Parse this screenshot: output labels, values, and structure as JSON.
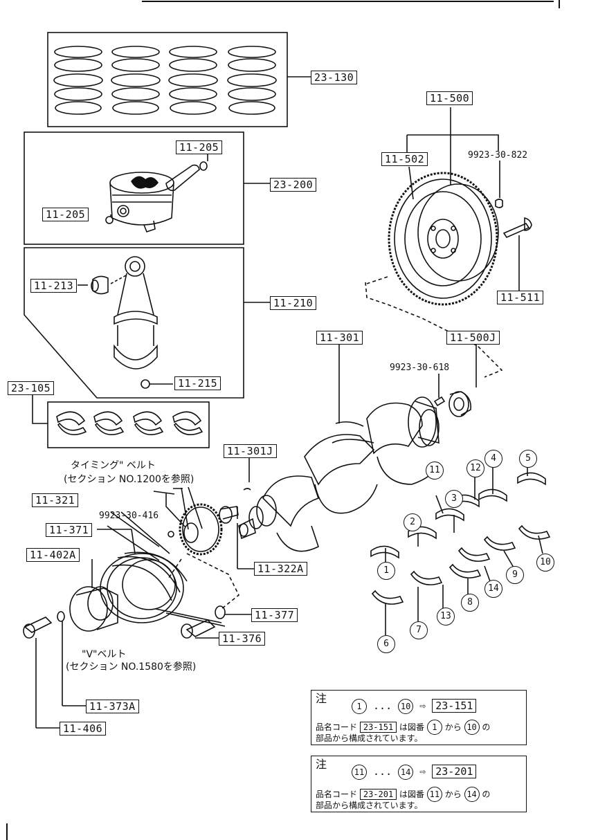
{
  "labels": {
    "rings": "23-130",
    "piston_pin_a": "11-205",
    "piston": "23-200",
    "piston_pin_b": "11-205",
    "bushing": "11-213",
    "conrod": "11-210",
    "conrod_nut": "11-215",
    "conrod_bearing": "23-105",
    "flywheel": "11-500",
    "flywheel_gear": "11-502",
    "flywheel_pin": "9923-30-822",
    "flywheel_bolt": "11-511",
    "crankshaft": "11-301",
    "pilot_bearing": "11-500J",
    "pilot_pin": "9923-30-618",
    "crank_pin": "11-301J",
    "pulley": "11-321",
    "pulley_key": "9923-30-416",
    "damper": "11-371",
    "hub": "11-402A",
    "sprocket_plug": "11-322A",
    "washer": "11-377",
    "bolt": "11-376",
    "washer2": "11-373A",
    "bolt2": "11-406"
  },
  "timing_belt": {
    "line1": "タイミング\" ベルト",
    "line2": "(セクション NO.1200を参照)"
  },
  "v_belt": {
    "line1": "\"V\"ベルト",
    "line2": "(セクション NO.1580を参照)"
  },
  "bearing_numbers": [
    "1",
    "2",
    "3",
    "4",
    "5",
    "6",
    "7",
    "8",
    "9",
    "10",
    "11",
    "12",
    "13",
    "14"
  ],
  "notes": [
    {
      "head": "注",
      "from": "1",
      "to": "10",
      "code": "23-151",
      "line_a": "品名コード",
      "line_b": "は図番",
      "line_c": "から",
      "line_d": "の",
      "line_e": "部品から構成されています。"
    },
    {
      "head": "注",
      "from": "11",
      "to": "14",
      "code": "23-201",
      "line_a": "品名コード",
      "line_b": "は図番",
      "line_c": "から",
      "line_d": "の",
      "line_e": "部品から構成されています。"
    }
  ]
}
